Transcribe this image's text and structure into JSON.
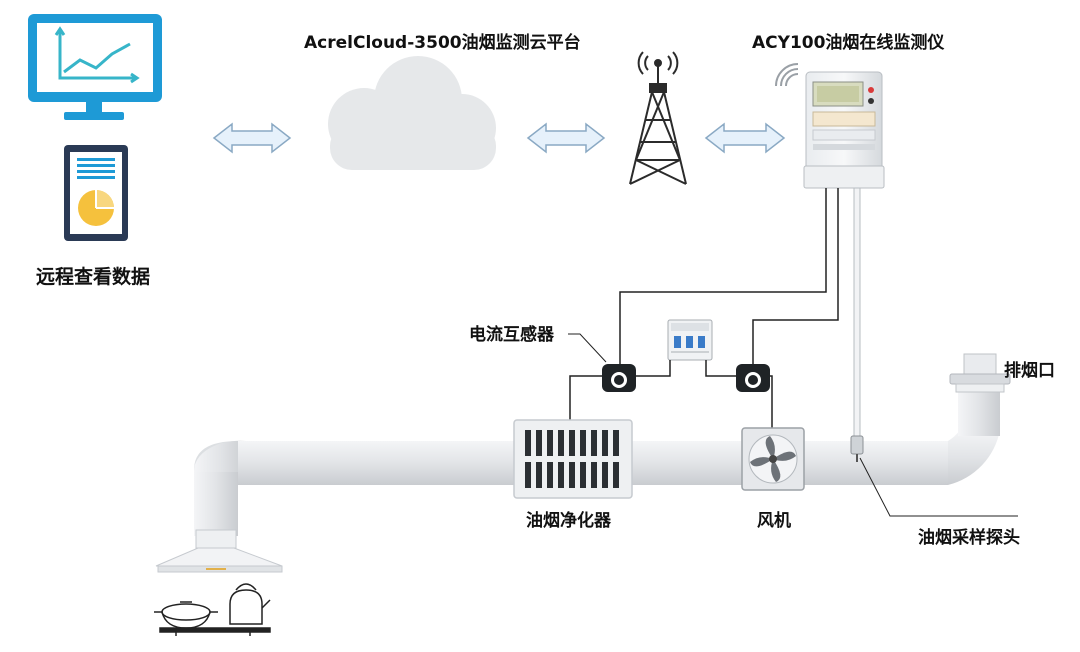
{
  "labels": {
    "remote_view": "远程查看数据",
    "cloud_platform": "AcrelCloud-3500油烟监测云平台",
    "monitor": "ACY100油烟在线监测仪",
    "current_transformer": "电流互感器",
    "purifier": "油烟净化器",
    "fan": "风机",
    "exhaust": "排烟口",
    "probe": "油烟采样探头"
  },
  "icons": {
    "desktop": "desktop-monitor-chart-icon",
    "tablet": "tablet-report-icon",
    "cloud": "cloud-icon",
    "tower": "signal-tower-icon",
    "monitor_device": "online-monitor-device-icon",
    "breaker": "circuit-breaker-icon",
    "ct": "current-transformer-icon",
    "purifier": "oil-fume-purifier-icon",
    "fan": "fan-icon",
    "hood": "range-hood-icon",
    "stove": "stove-pots-icon",
    "exhaust": "exhaust-outlet-icon"
  },
  "colors": {
    "accent_blue": "#1e9ad6",
    "pipe": "#e4e6e9",
    "arrow_fill": "#e6f1fb",
    "arrow_stroke": "#8aa9c4",
    "cloud": "#e6e8ea",
    "dark_device": "#1f2326",
    "pie": "#f5c13d"
  }
}
